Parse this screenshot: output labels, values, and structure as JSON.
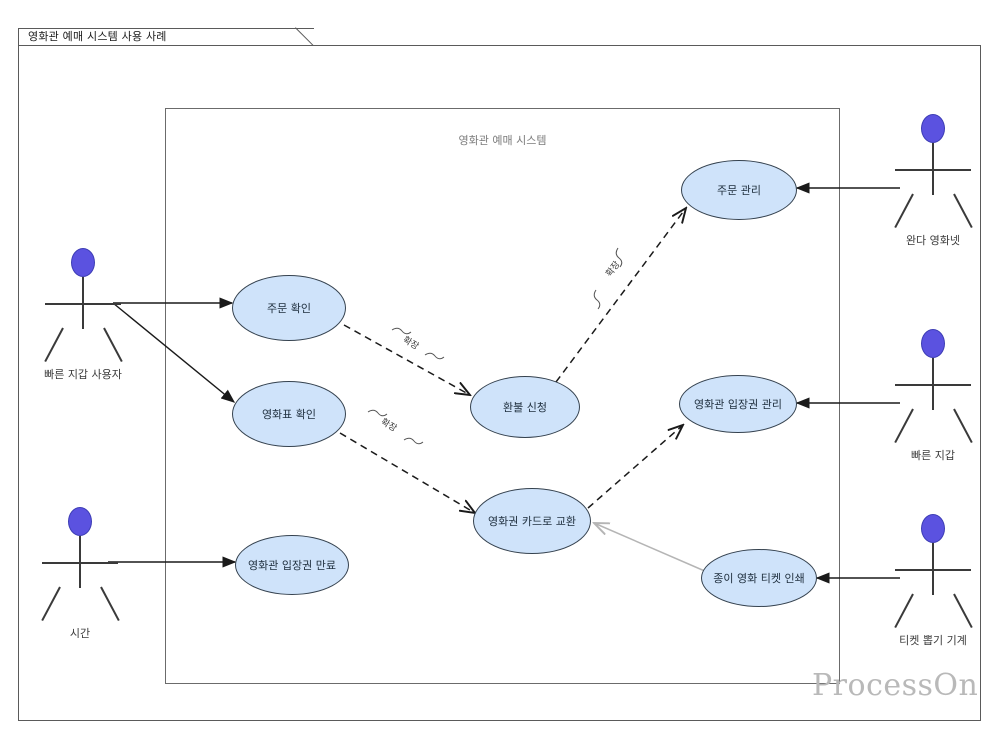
{
  "diagram": {
    "frame_title": "영화관 예매 시스템 사용 사례",
    "system_boundary_label": "영화관 예매 시스템",
    "watermark": "ProcessOn",
    "colors": {
      "usecase_fill": "#cfe3fa",
      "usecase_stroke": "#35424f",
      "actor_head": "#5b52e0",
      "actor_stroke": "#3a3a3a",
      "frame_stroke": "#5a5a5a",
      "link_stroke": "#1a1a1a",
      "gray_link_stroke": "#b5b5b5",
      "watermark_color": "#b9b9b9"
    }
  },
  "actors": [
    {
      "id": "fast-wallet-user",
      "label": "빠른 지갑 사용자"
    },
    {
      "id": "time",
      "label": "시간"
    },
    {
      "id": "wanda-cinema-net",
      "label": "완다 영화넷"
    },
    {
      "id": "fast-wallet",
      "label": "빠른 지갑"
    },
    {
      "id": "ticket-machine",
      "label": "티켓 뽑기 기계"
    }
  ],
  "usecases": [
    {
      "id": "order-confirm",
      "label": "주문 확인"
    },
    {
      "id": "ticket-confirm",
      "label": "영화표 확인"
    },
    {
      "id": "ticket-expire",
      "label": "영화관 입장권 만료"
    },
    {
      "id": "refund-request",
      "label": "환불 신청"
    },
    {
      "id": "voucher-exchange",
      "label": "영화권 카드로 교환"
    },
    {
      "id": "order-management",
      "label": "주문 관리"
    },
    {
      "id": "ticket-management",
      "label": "영화관 입장권 관리"
    },
    {
      "id": "print-paper-ticket",
      "label": "종이 영화 티켓 인쇄"
    }
  ],
  "edge_labels": [
    {
      "id": "extend-1",
      "label": "확장"
    },
    {
      "id": "extend-2",
      "label": "확장"
    },
    {
      "id": "extend-3",
      "label": "확장"
    }
  ]
}
